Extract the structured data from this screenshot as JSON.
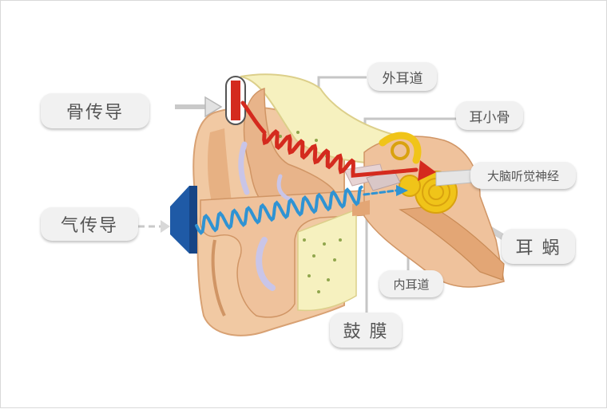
{
  "labels": {
    "bone_conduction": "骨传导",
    "air_conduction": "气传导",
    "ear_canal": "外耳道",
    "ossicles": "耳小骨",
    "brain_nerve": "大脑听觉神经",
    "cochlea": "耳 蜗",
    "inner_canal": "内耳道",
    "eardrum": "鼓 膜"
  },
  "colors": {
    "bone_wave": "#d42a1e",
    "air_wave": "#2f93d3",
    "skin": "#f1c9a3",
    "skin_dark": "#e3a675",
    "bone": "#f6f1bf",
    "cochlea": "#f0c419",
    "pill_bg": "#f1f1f1"
  },
  "icons": {
    "speaker": "speaker-icon",
    "vibrator": "bone-conduction-transducer-icon"
  }
}
